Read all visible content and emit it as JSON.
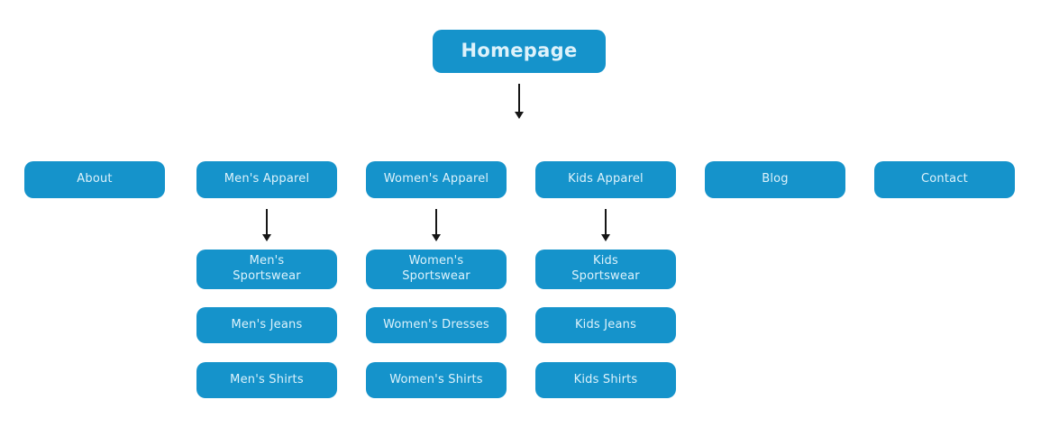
{
  "theme": {
    "accent": "#1593cb",
    "label_color": "#ddf2fb",
    "arrow_color": "#161616",
    "background": "#ffffff"
  },
  "sitemap": {
    "root": {
      "label": "Homepage"
    },
    "nav": [
      {
        "label": "About",
        "children": []
      },
      {
        "label": "Men's Apparel",
        "children": [
          "Men's\nSportswear",
          "Men's Jeans",
          "Men's Shirts"
        ]
      },
      {
        "label": "Women's Apparel",
        "children": [
          "Women's\nSportswear",
          "Women's Dresses",
          "Women's Shirts"
        ]
      },
      {
        "label": "Kids Apparel",
        "children": [
          "Kids\nSportswear",
          "Kids Jeans",
          "Kids Shirts"
        ]
      },
      {
        "label": "Blog",
        "children": []
      },
      {
        "label": "Contact",
        "children": []
      }
    ]
  }
}
